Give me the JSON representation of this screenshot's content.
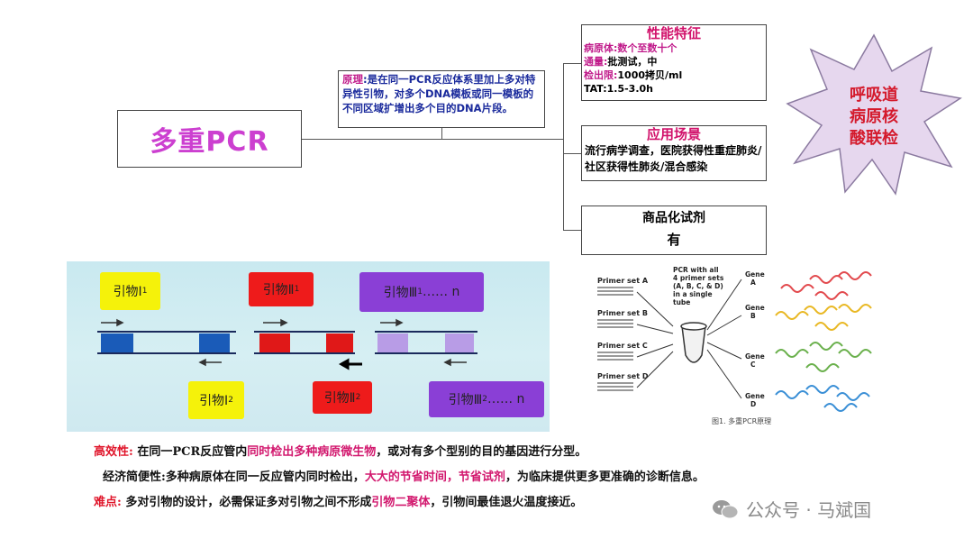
{
  "main_title": "多重PCR",
  "principle": {
    "label": "原理",
    "text": ":是在同一PCR反应体系里加上多对特异性引物，对多个DNA模板或同一模板的不同区域扩增出多个目的DNA片段。"
  },
  "performance": {
    "title": "性能特征",
    "items": [
      {
        "key": "病原体:",
        "value": "数个至数十个"
      },
      {
        "key": "通量:",
        "value": "批测试，中"
      },
      {
        "key": "检出限:",
        "value": "1000拷贝/ml"
      },
      {
        "key": "TAT:",
        "value": "1.5-3.0h"
      }
    ]
  },
  "application": {
    "title": "应用场景",
    "text": "流行病学调查，医院获得性重症肺炎/社区获得性肺炎/混合感染"
  },
  "commercial": {
    "title": "商品化试剂",
    "value": "有"
  },
  "star_label": [
    "呼吸道",
    "病原核",
    "酸联检"
  ],
  "primers": {
    "top": [
      {
        "base": "引物Ⅰ",
        "sub": "1",
        "suffix": ""
      },
      {
        "base": "引物Ⅱ",
        "sub": "1",
        "suffix": ""
      },
      {
        "base": "引物Ⅲ",
        "sub": "1",
        "suffix": "‥‥‥ n"
      }
    ],
    "bottom": [
      {
        "base": "引物Ⅰ",
        "sub": "2",
        "suffix": ""
      },
      {
        "base": "引物Ⅱ",
        "sub": "2",
        "suffix": ""
      },
      {
        "base": "引物Ⅲ",
        "sub": "2",
        "suffix": "‥‥‥ n"
      }
    ],
    "colors": {
      "blue": "#1a5bb8",
      "red": "#e01818",
      "purple": "#b89ce6",
      "yellow": "#f5f20a",
      "label_red": "#ee1b1b",
      "label_purple": "#8a3fd6"
    }
  },
  "figure": {
    "primer_sets": [
      "Primer set A",
      "Primer set B",
      "Primer set C",
      "Primer set D"
    ],
    "tube_caption": [
      "PCR with all",
      "4 primer sets",
      "(A, B, C, & D)",
      "in a single",
      "tube"
    ],
    "genes": [
      [
        "Gene",
        "A"
      ],
      [
        "Gene",
        "B"
      ],
      [
        "Gene",
        "C"
      ],
      [
        "Gene",
        "D"
      ]
    ],
    "caption": "图1.   多重PCR原理"
  },
  "notes": {
    "efficiency": {
      "label": "高效性:",
      "p1": "在同一PCR反应管内",
      "p2": "同时检出多种病原微生物",
      "p3": "，或对有多个型别的目的基因进行分型。"
    },
    "economy": {
      "p1": "经济简便性:多种病原体在同一反应管内同时检出，",
      "p2": "大大的节省时间，节省试剂",
      "p3": "，为临床提供更多更准确的诊断信息。"
    },
    "difficulty": {
      "label": "难点:",
      "p1": "多对引物的设计，必需保证多对引物之间不形成",
      "p2": "引物二聚体",
      "p3": "，引物间最佳退火温度接近。"
    }
  },
  "watermark": "公众号 · 马斌国"
}
